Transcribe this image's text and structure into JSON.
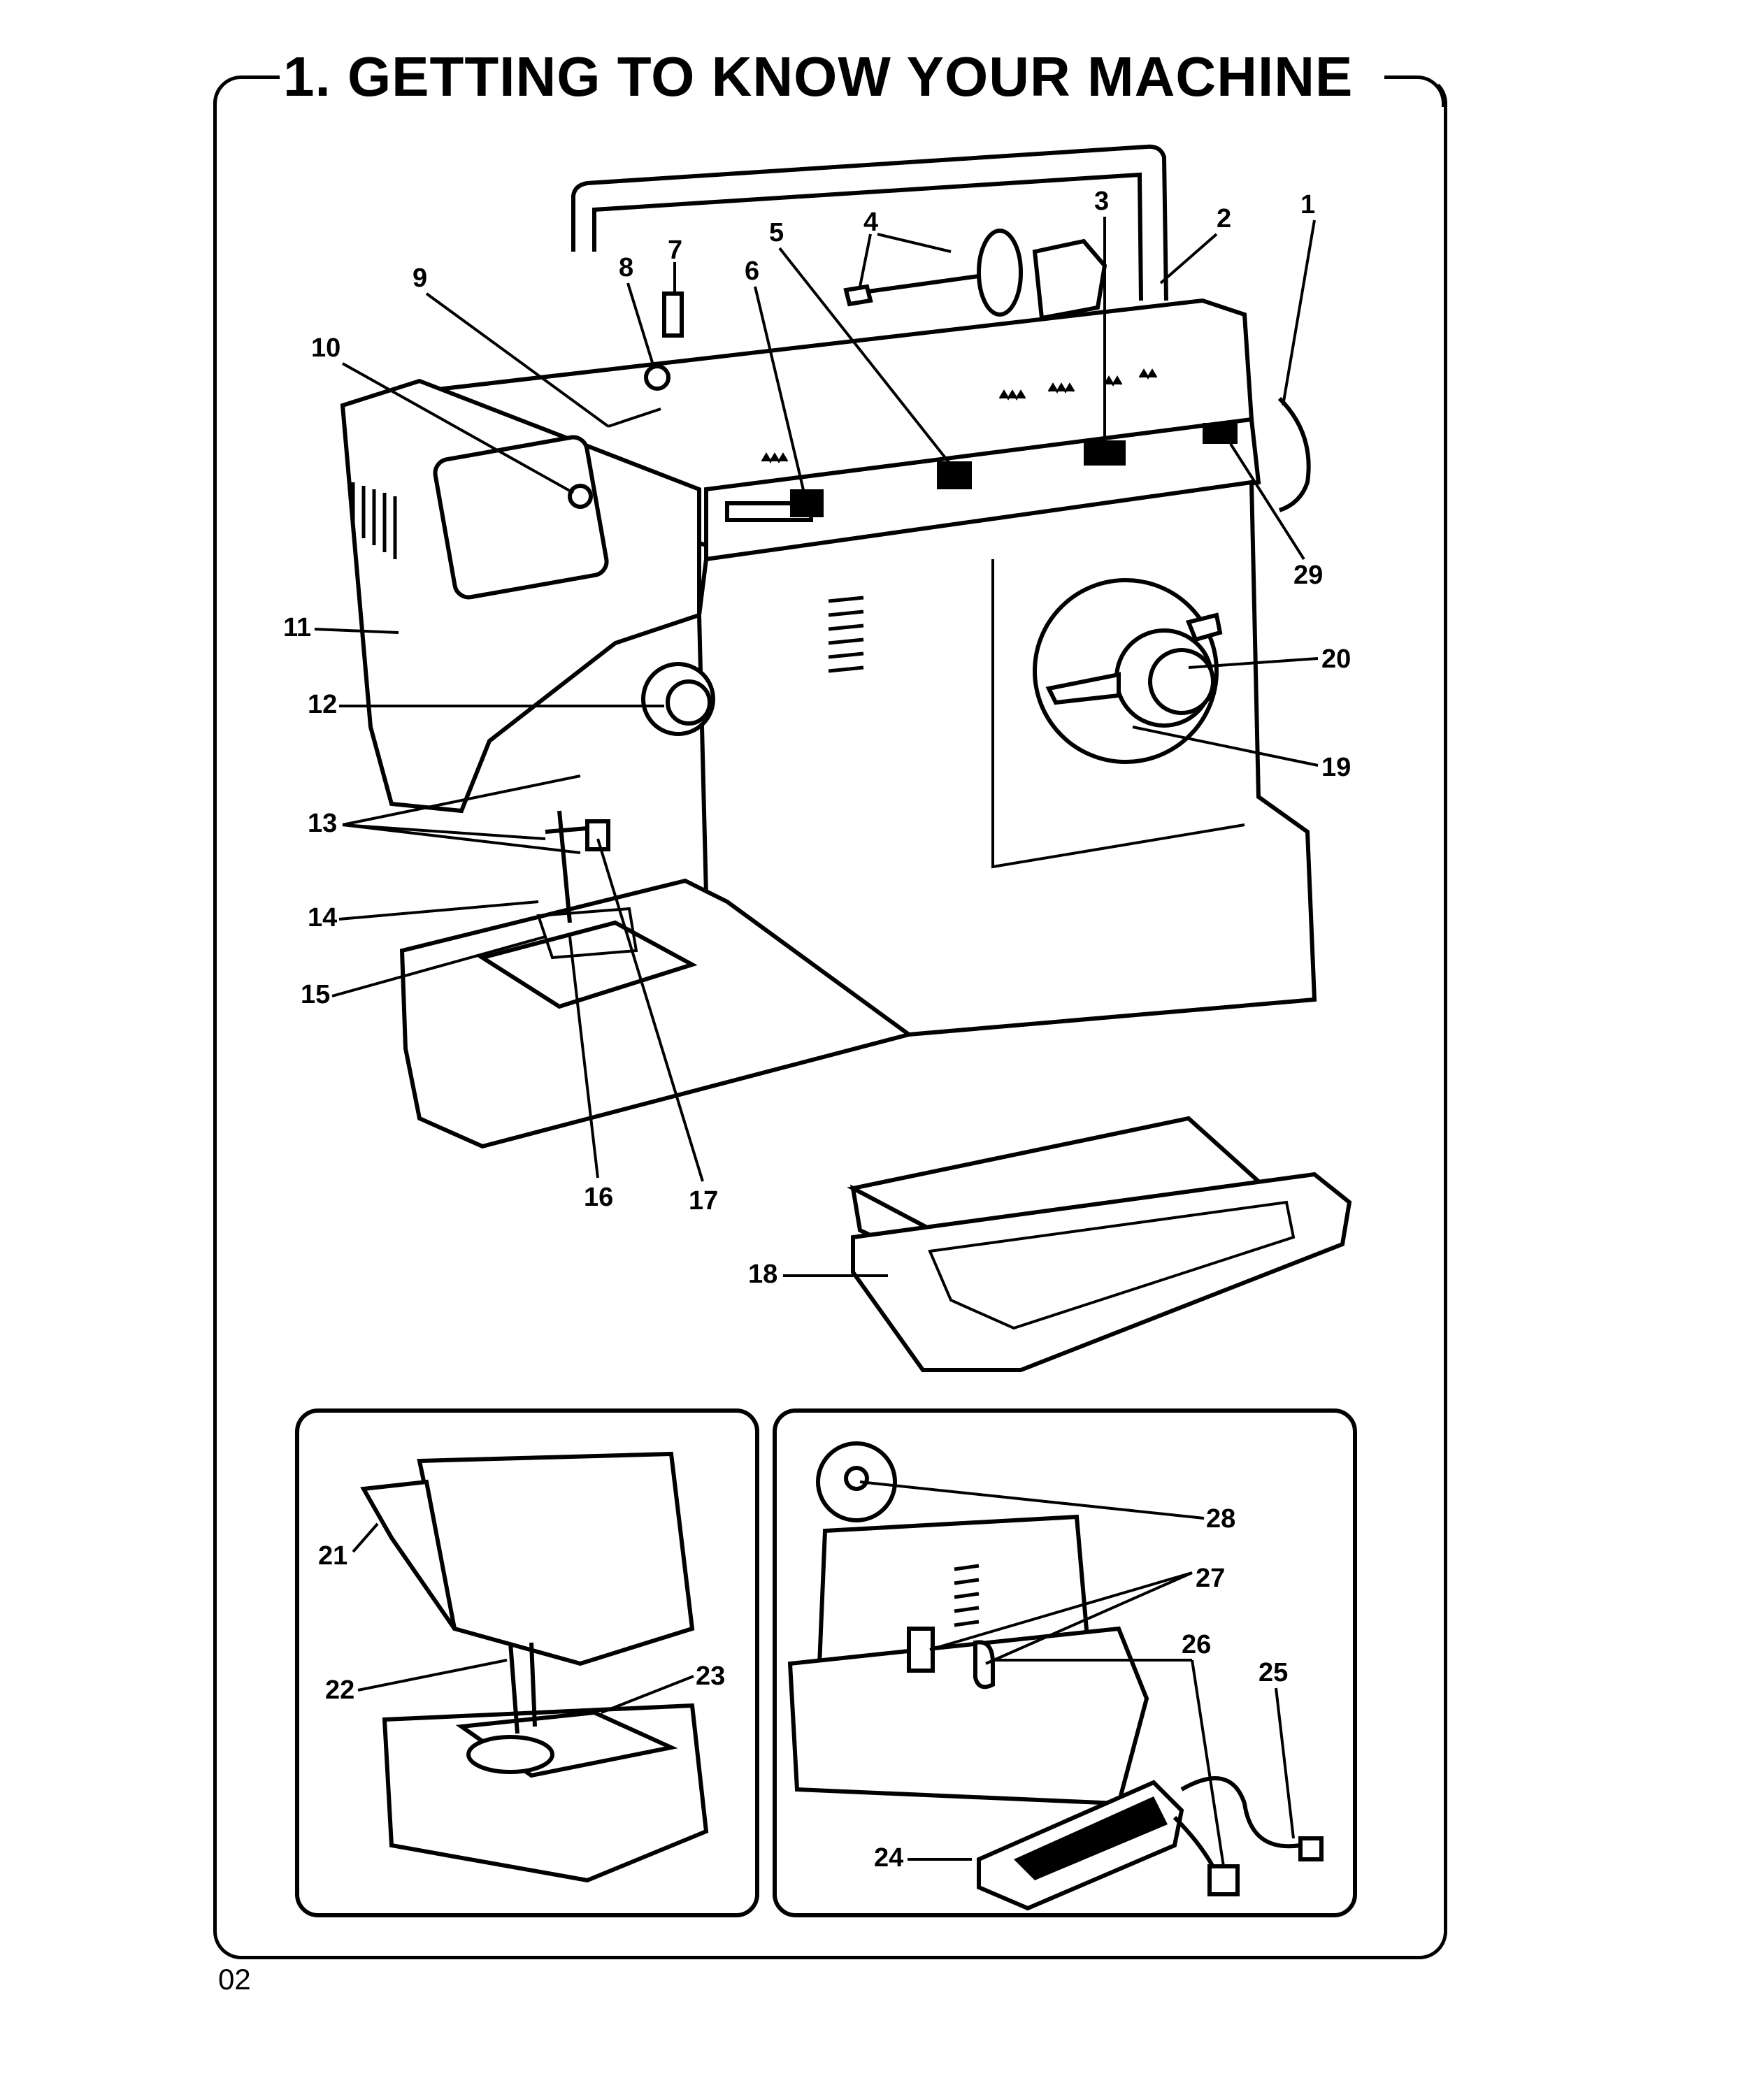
{
  "page": {
    "title": "1. GETTING TO KNOW YOUR MACHINE",
    "page_number": "02"
  },
  "main_figure": {
    "callouts": [
      "1",
      "2",
      "3",
      "4",
      "5",
      "6",
      "7",
      "8",
      "9",
      "10",
      "11",
      "12",
      "13",
      "14",
      "15",
      "16",
      "17",
      "18",
      "19",
      "20",
      "29"
    ]
  },
  "inset_left": {
    "callouts": [
      "21",
      "22",
      "23"
    ]
  },
  "inset_right": {
    "callouts": [
      "24",
      "25",
      "26",
      "27",
      "28"
    ]
  },
  "icons": [
    "sewing-machine-illustration",
    "extension-table-illustration",
    "presser-foot-lever-illustration",
    "foot-controller-illustration"
  ]
}
